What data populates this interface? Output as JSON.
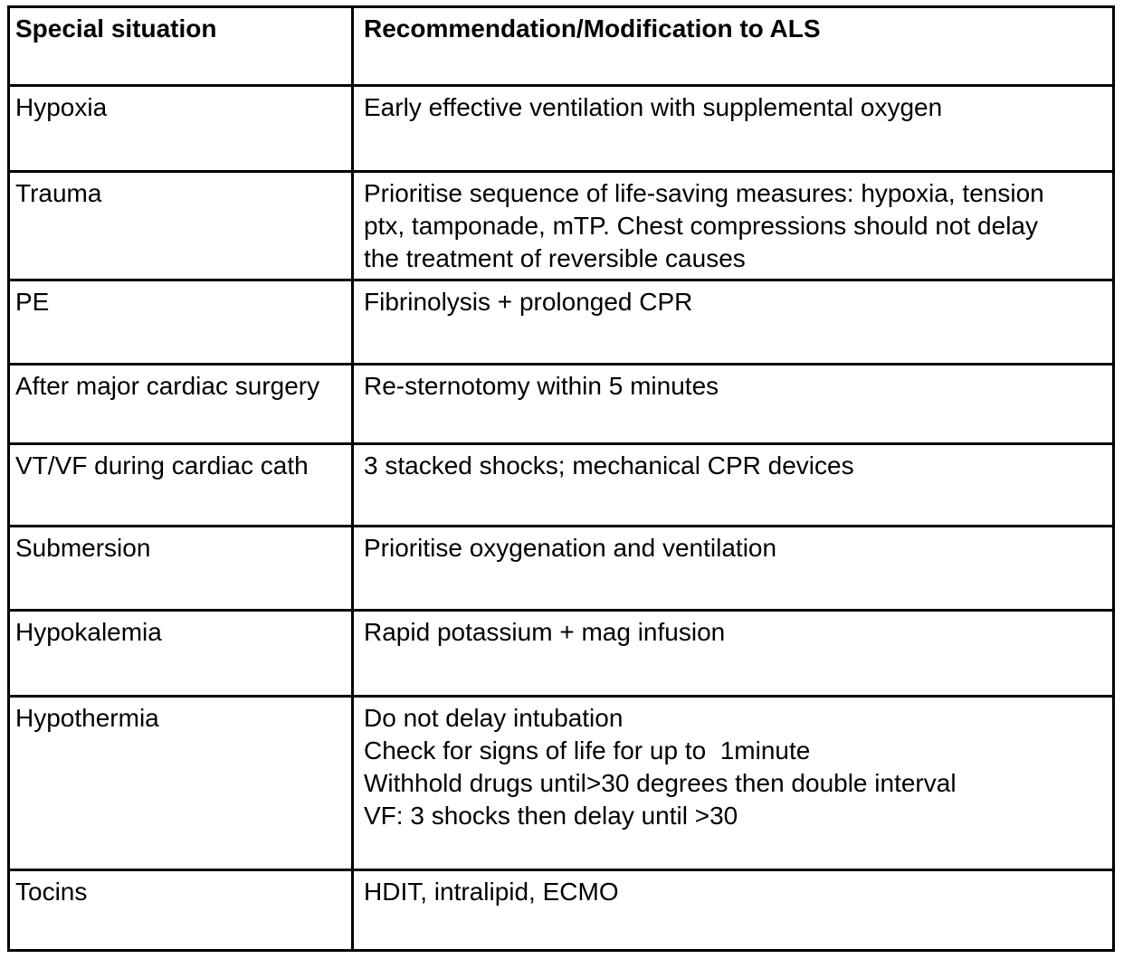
{
  "page": {
    "background_color": "#ffffff",
    "text_color": "#000000",
    "border_color": "#000000"
  },
  "table": {
    "columns": [
      "Special situation",
      "Recommendation/Modification to ALS"
    ],
    "rows": [
      {
        "situation": "Hypoxia",
        "recommendation_lines": [
          "Early effective ventilation with supplemental oxygen"
        ]
      },
      {
        "situation": "Trauma",
        "recommendation_lines": [
          "Prioritise sequence of life-saving measures: hypoxia, tension ptx, tamponade, mTP. Chest compressions should not delay the treatment of reversible causes"
        ]
      },
      {
        "situation": "PE",
        "recommendation_lines": [
          "Fibrinolysis + prolonged CPR"
        ]
      },
      {
        "situation": "After major cardiac surgery",
        "recommendation_lines": [
          "Re-sternotomy within 5 minutes"
        ]
      },
      {
        "situation": "VT/VF during cardiac cath",
        "recommendation_lines": [
          "3 stacked shocks; mechanical CPR devices"
        ]
      },
      {
        "situation": "Submersion",
        "recommendation_lines": [
          "Prioritise oxygenation and ventilation"
        ]
      },
      {
        "situation": "Hypokalemia",
        "recommendation_lines": [
          "Rapid potassium + mag infusion"
        ]
      },
      {
        "situation": "Hypothermia",
        "recommendation_lines": [
          "Do not delay intubation",
          "Check for signs of life for up to  1minute",
          "Withhold drugs until>30 degrees then double interval",
          "VF: 3 shocks then delay until >30"
        ]
      },
      {
        "situation": "Tocins",
        "recommendation_lines": [
          "HDIT, intralipid, ECMO"
        ]
      }
    ]
  }
}
